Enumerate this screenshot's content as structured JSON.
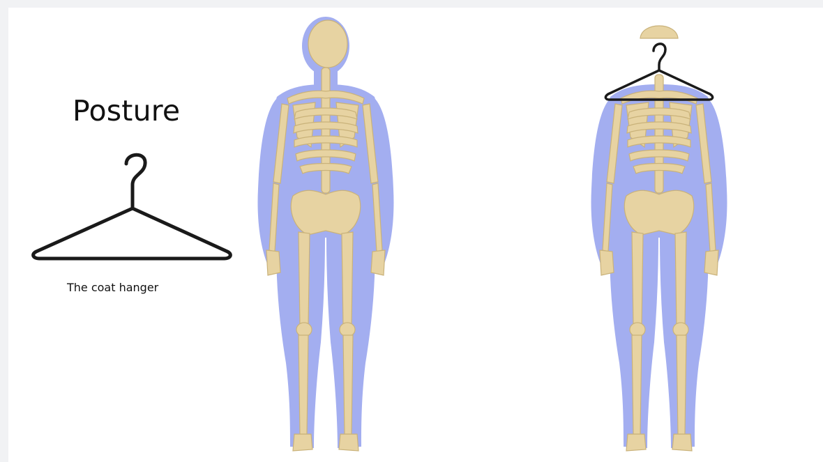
{
  "slide": {
    "title": "Posture",
    "caption": "The coat hanger"
  },
  "icons": {
    "coat_hanger": "coat-hanger-icon",
    "skeleton_back_view": "skeleton-back-view",
    "skeleton_with_hanger": "skeleton-with-hanger-overlay"
  },
  "colors": {
    "body_silhouette": "#a3aef0",
    "body_outline": "#8f9ae6",
    "bone": "#e7d3a2",
    "bone_shadow": "#c9b27a",
    "hanger_stroke": "#1a1a1a",
    "background": "#ffffff",
    "page_bg": "#f1f2f4"
  }
}
